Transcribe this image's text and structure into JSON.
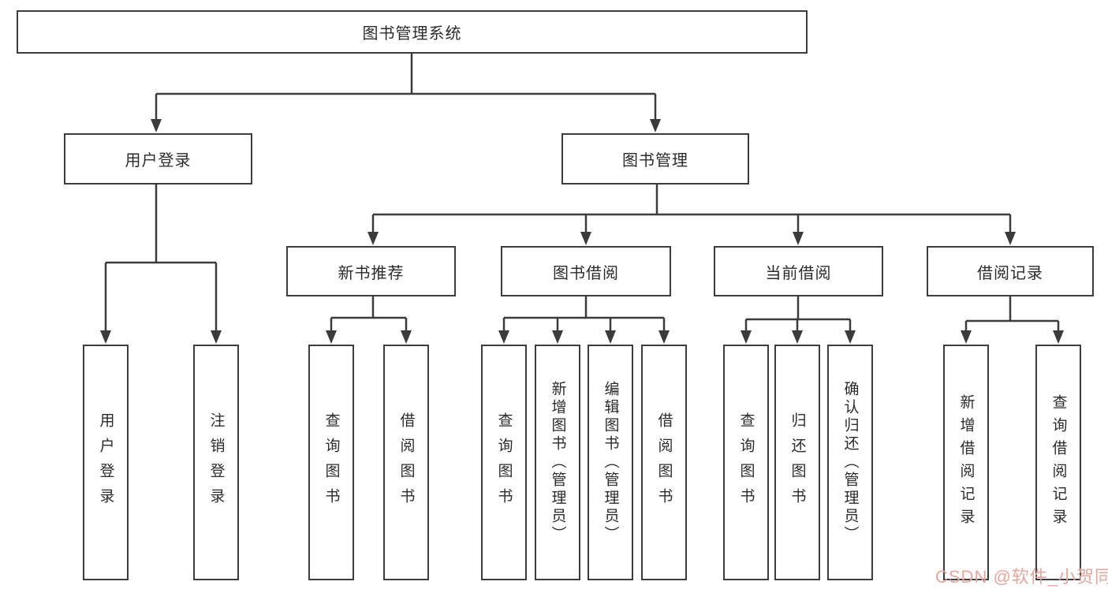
{
  "diagram": {
    "root": "图书管理系统",
    "branches": [
      {
        "label": "用户登录",
        "children": [
          "用户登录",
          "注销登录"
        ]
      },
      {
        "label": "图书管理",
        "groups": [
          {
            "label": "新书推荐",
            "children": [
              "查询图书",
              "借阅图书"
            ]
          },
          {
            "label": "图书借阅",
            "children": [
              "查询图书",
              "新增图书（管理员）",
              "编辑图书（管理员）",
              "借阅图书"
            ]
          },
          {
            "label": "当前借阅",
            "children": [
              "查询图书",
              "归还图书",
              "确认归还（管理员）"
            ]
          },
          {
            "label": "借阅记录",
            "children": [
              "新增借阅记录",
              "查询借阅记录"
            ]
          }
        ]
      }
    ]
  },
  "watermark": {
    "text": "CSDN @软件_小贺同学",
    "color": "#e8a59c"
  },
  "colors": {
    "line": "#3b3b3b",
    "box_border": "#3c3c3c",
    "box_fill": "#ffffff",
    "text": "#2b2b2b",
    "background": "#ffffff"
  }
}
